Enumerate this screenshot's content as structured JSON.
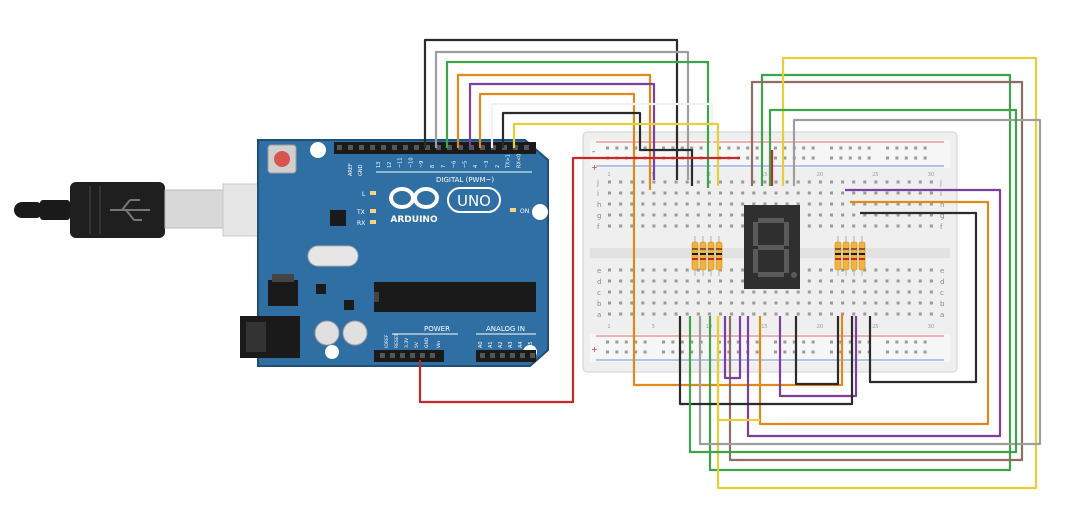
{
  "board": {
    "brand": "ARDUINO",
    "model": "UNO",
    "digital_label": "DIGITAL (PWM~)",
    "power_label": "POWER",
    "analog_label": "ANALOG IN",
    "on_label": "ON",
    "tx_label": "TX",
    "rx_label": "RX",
    "l_label": "L",
    "aref_label": "AREF",
    "gnd_label": "GND",
    "ioref_label": "IOREF",
    "reset_label": "RESET",
    "v33_label": "3.3V",
    "v5_label": "5V",
    "vin_label": "Vin",
    "digital_pins": [
      "13",
      "12",
      "~11",
      "~10",
      "~9",
      "8",
      "7",
      "~6",
      "~5",
      "4",
      "~3",
      "2",
      "TX>1",
      "RX<0"
    ],
    "analog_pins": [
      "A0",
      "A1",
      "A2",
      "A3",
      "A4",
      "A5"
    ]
  },
  "breadboard": {
    "row_letters_top": [
      "j",
      "i",
      "h",
      "g",
      "f"
    ],
    "row_letters_bottom": [
      "e",
      "d",
      "c",
      "b",
      "a"
    ],
    "col_numbers": [
      "1",
      "5",
      "10",
      "15",
      "20",
      "25",
      "30"
    ],
    "plus": "+",
    "minus": "-"
  },
  "display": {
    "glyph": "8."
  },
  "wire_colors": {
    "black": "#2b2b2b",
    "red": "#c62828",
    "green": "#3fa34d",
    "purple": "#7b3fa0",
    "orange": "#e08a1e",
    "yellow": "#e6cf3a",
    "brown": "#8d6e63",
    "gray": "#9e9e9e",
    "white": "#f2f2f2"
  },
  "accent": {
    "board": "#2f6fa3",
    "resistor": "#f0b43c",
    "segment_off": "#5a5a5a"
  }
}
